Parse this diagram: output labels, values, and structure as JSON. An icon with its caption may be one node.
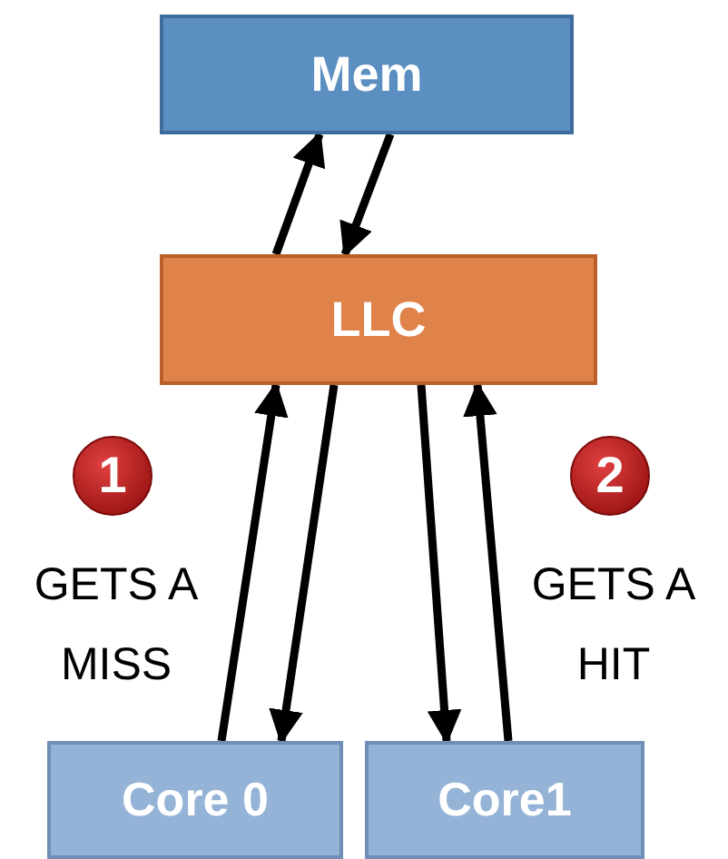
{
  "diagram": {
    "nodes": [
      {
        "text": [
          "Mem"
        ]
      },
      {
        "text": [
          "LLC"
        ]
      },
      {
        "text": [
          "Core 0"
        ]
      },
      {
        "text": [
          "Core1"
        ]
      },
      {
        "text": [
          "1"
        ]
      },
      {
        "text": [
          "2"
        ]
      }
    ],
    "edges": [
      {
        "from": 1,
        "to": 0,
        "arrow": "to"
      },
      {
        "from": 0,
        "to": 1,
        "arrow": "to"
      },
      {
        "from": 2,
        "to": 1,
        "arrow": "to"
      },
      {
        "from": 1,
        "to": 2,
        "arrow": "to"
      },
      {
        "from": 1,
        "to": 3,
        "arrow": "to"
      },
      {
        "from": 3,
        "to": 1,
        "arrow": "to"
      }
    ],
    "labels": [
      "GETS A MISS",
      "GETS A HIT"
    ]
  }
}
